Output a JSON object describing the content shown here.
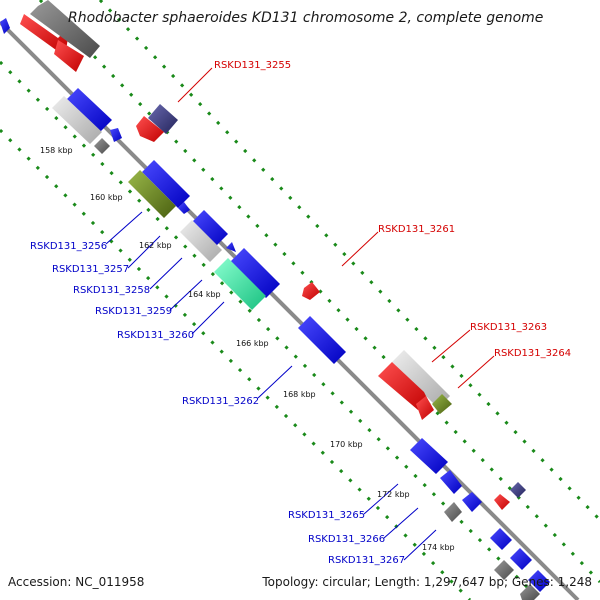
{
  "title": "Rhodobacter sphaeroides KD131 chromosome 2, complete genome",
  "footer": {
    "accession": "Accession: NC_011958",
    "topology": "Topology: circular; Length: 1,297,647 bp; Genes: 1,248"
  },
  "ticks": [
    "158 kbp",
    "160 kbp",
    "162 kbp",
    "164 kbp",
    "166 kbp",
    "168 kbp",
    "170 kbp",
    "172 kbp",
    "174 kbp"
  ],
  "gene_labels": {
    "g3255": "RSKD131_3255",
    "g3256": "RSKD131_3256",
    "g3257": "RSKD131_3257",
    "g3258": "RSKD131_3258",
    "g3259": "RSKD131_3259",
    "g3260": "RSKD131_3260",
    "g3261": "RSKD131_3261",
    "g3262": "RSKD131_3262",
    "g3263": "RSKD131_3263",
    "g3264": "RSKD131_3264",
    "g3265": "RSKD131_3265",
    "g3266": "RSKD131_3266",
    "g3267": "RSKD131_3267"
  },
  "colors": {
    "forward_label": "#d40000",
    "reverse_label": "#0000c8",
    "gene_blue": "#0a0ae6",
    "gene_red": "#f00000",
    "gene_grey": "#6f6f6f",
    "gene_lightgrey": "#c8c8c8",
    "gene_olive": "#6f8a1e",
    "gene_navy": "#3a3a80",
    "gene_teal": "#2ef0a6",
    "backbone": "#8a8a8a",
    "dots": "#1a8a1a"
  }
}
